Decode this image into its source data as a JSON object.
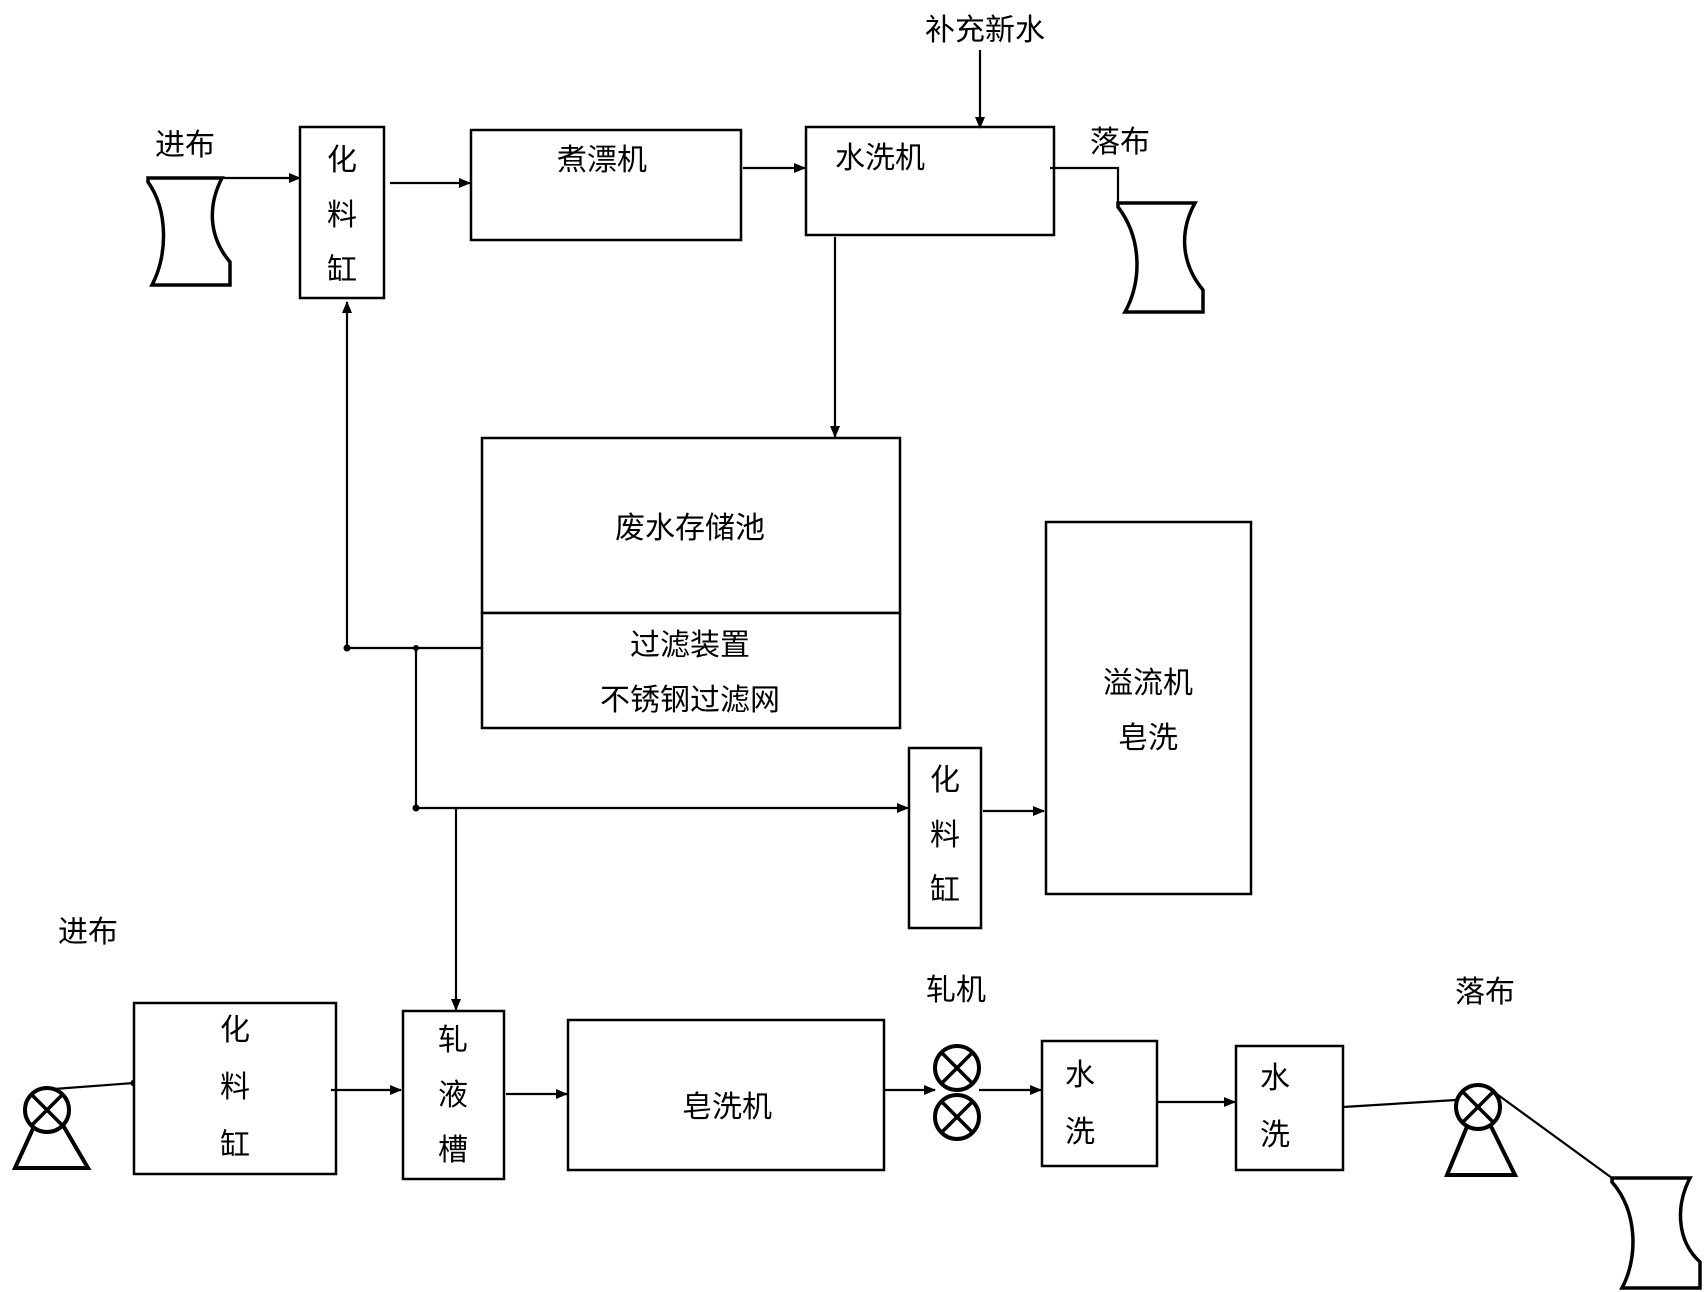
{
  "labels": {
    "feed_in_top": "进布",
    "feed_in_bottom": "进布",
    "fresh_water": "补充新水",
    "scour_bleach": "煮漂机",
    "wash_machine": "水洗机",
    "cloth_out_top": "落布",
    "cloth_out_bottom": "落布",
    "wastewater_tank": "废水存储池",
    "filter_device": "过滤装置",
    "filter_mesh": "不锈钢过滤网",
    "overflow_machine_1": "溢流机",
    "overflow_machine_2": "皂洗",
    "soaper": "皂洗机",
    "mangle": "轧机"
  },
  "vertical_labels": {
    "chem_tank_top": [
      "化",
      "料",
      "缸"
    ],
    "chem_tank_mid": [
      "化",
      "料",
      "缸"
    ],
    "chem_tank_bottom": [
      "化",
      "料",
      "缸"
    ],
    "pad_trough": [
      "轧",
      "液",
      "槽"
    ],
    "wash_1": [
      "水",
      "洗"
    ],
    "wash_2": [
      "水",
      "洗"
    ]
  }
}
